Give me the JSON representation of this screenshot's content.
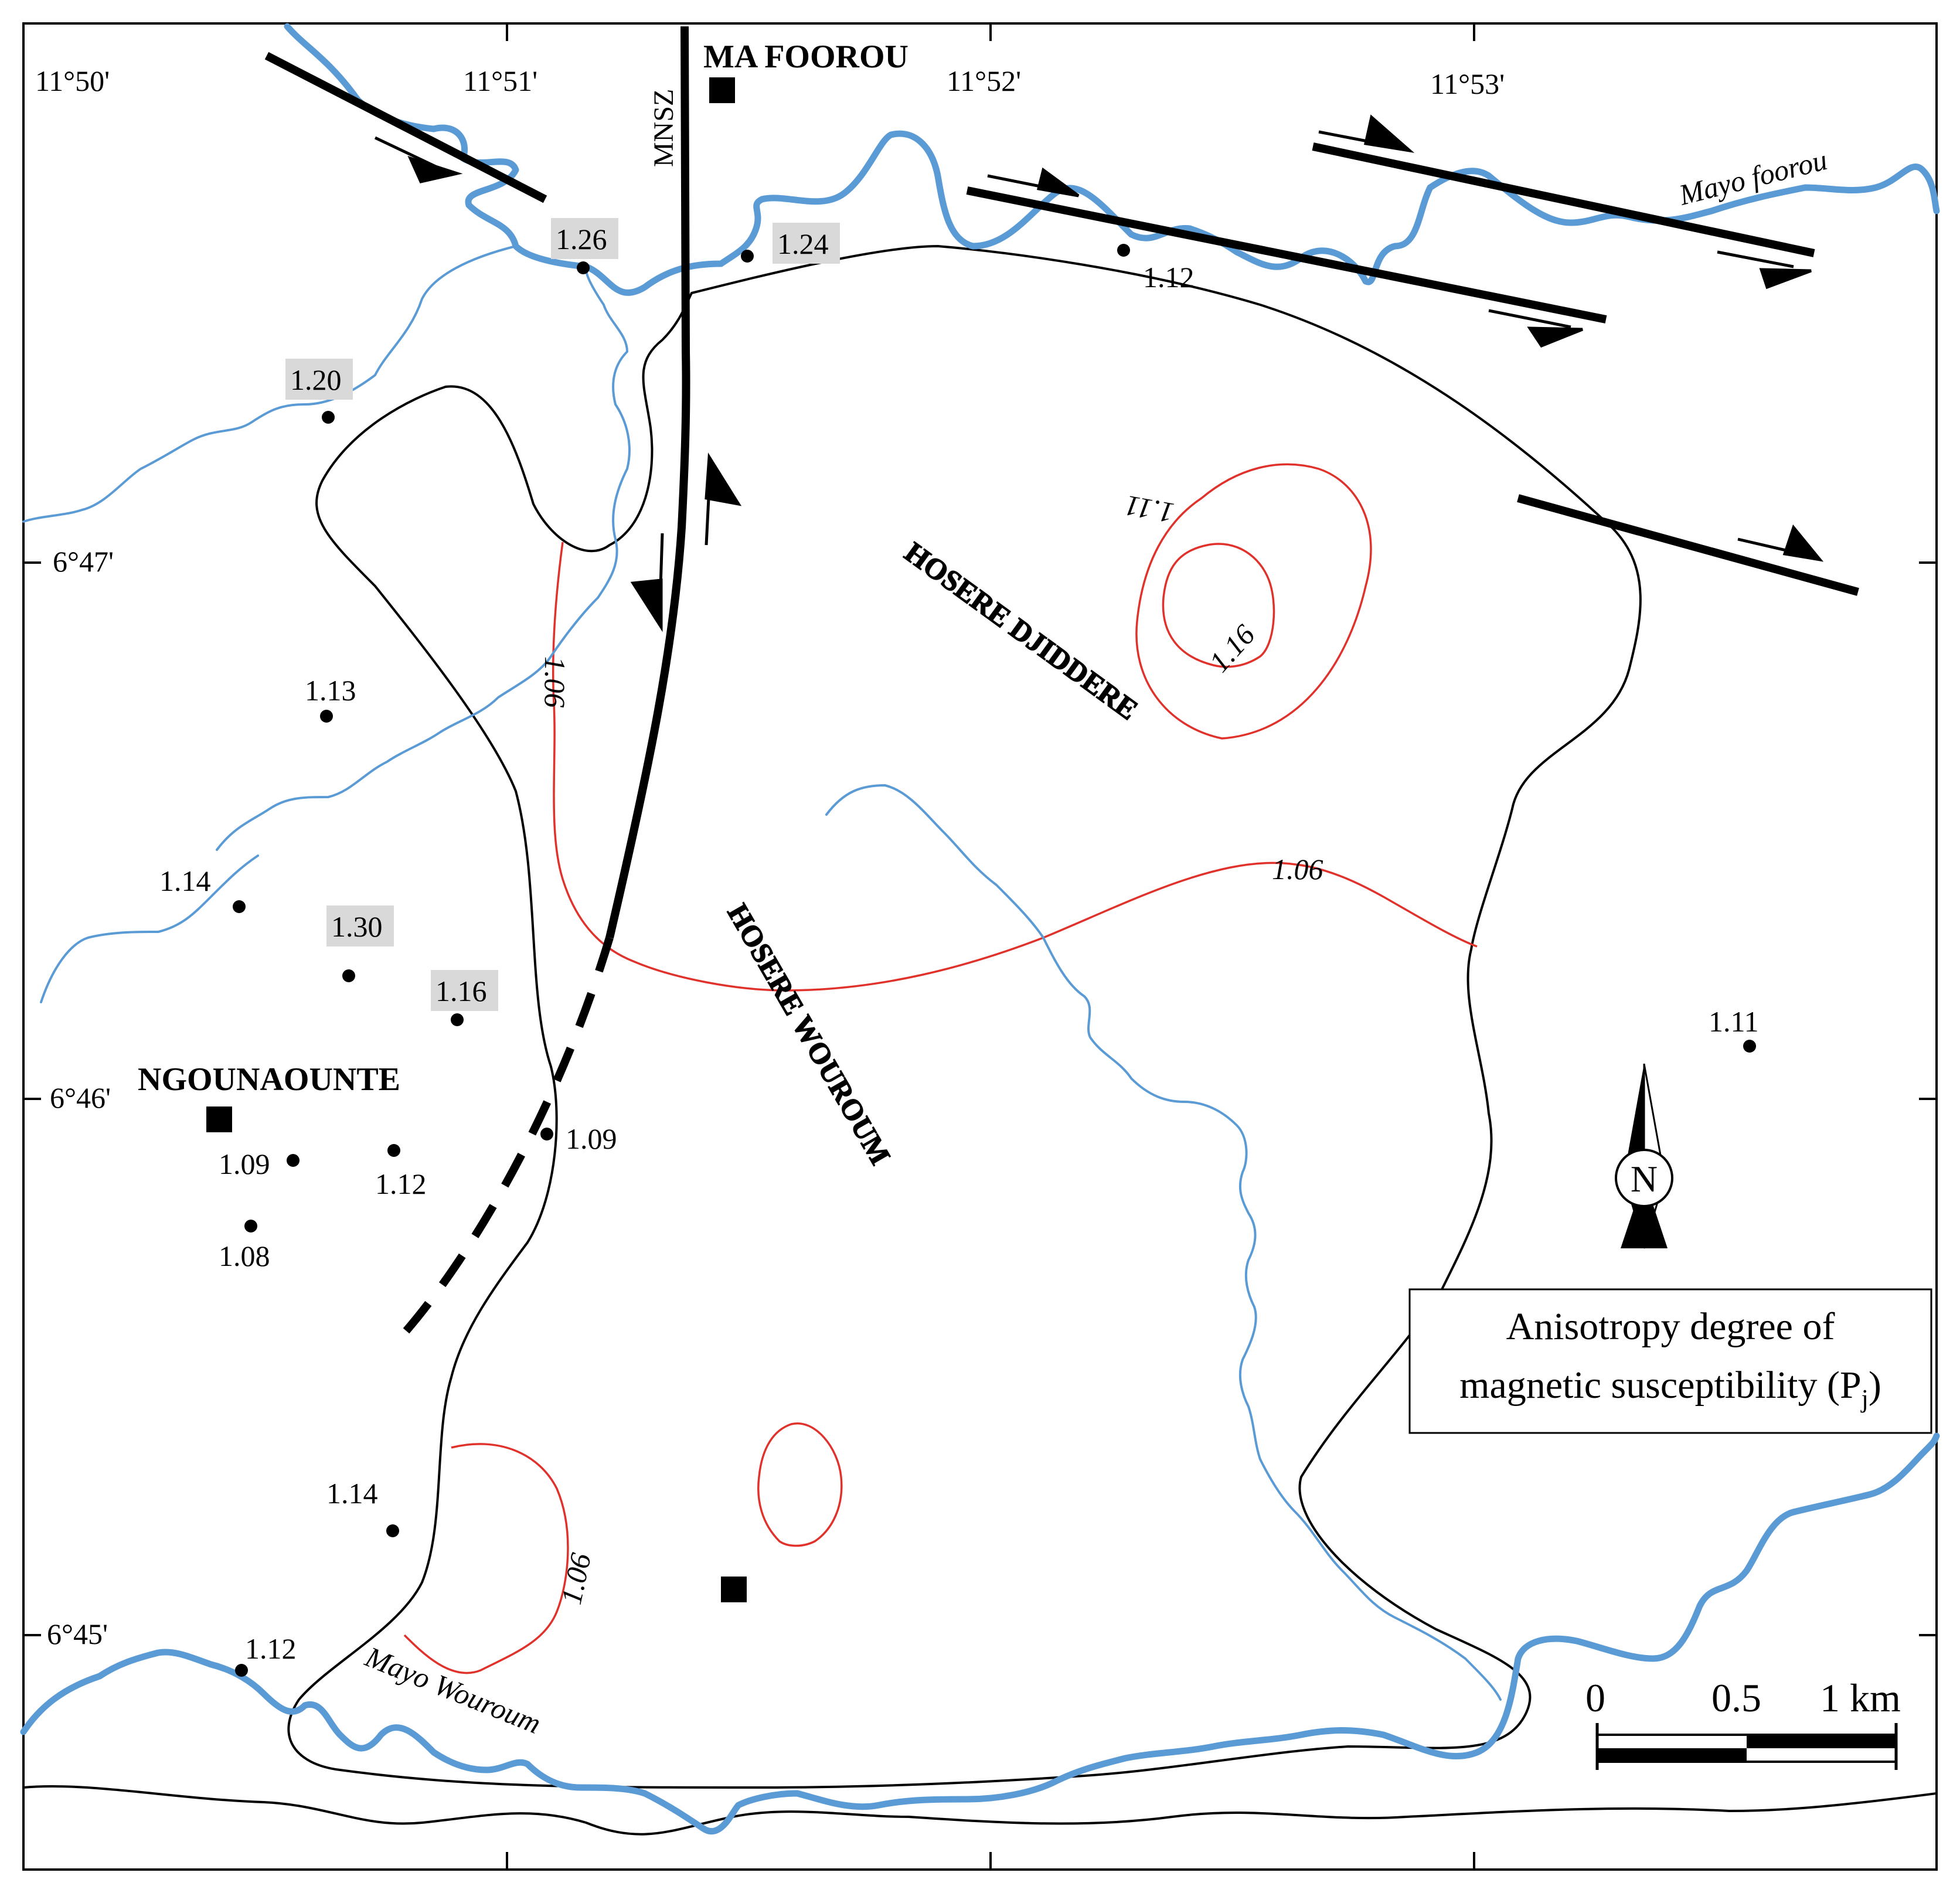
{
  "longitudes": [
    "11°50'",
    "11°51'",
    "11°52'",
    "11°53'"
  ],
  "latitudes": [
    "6°47'",
    "6°46'",
    "6°45'"
  ],
  "places": {
    "ma_foorou": "MA FOOROU",
    "ngounaounte": "NGOUNAOUNTE"
  },
  "ridges": {
    "hosere_djiddere": "HOSERE DJIDDERE",
    "hosere_wouroum": "HOSERE WOUROUM"
  },
  "rivers": {
    "mayo_foorou": "Mayo foorou",
    "mayo_wouroum": "Mayo Wouroum"
  },
  "fault_zone": "MNSZ",
  "isolines": [
    "1.06",
    "1.06",
    "1.06",
    "1.11",
    "1.16"
  ],
  "samples": [
    {
      "value": "1.26",
      "highlighted": true
    },
    {
      "value": "1.24",
      "highlighted": true
    },
    {
      "value": "1.12",
      "highlighted": false
    },
    {
      "value": "1.20",
      "highlighted": true
    },
    {
      "value": "1.13",
      "highlighted": false
    },
    {
      "value": "1.14",
      "highlighted": false
    },
    {
      "value": "1.30",
      "highlighted": true
    },
    {
      "value": "1.16",
      "highlighted": true
    },
    {
      "value": "1.09",
      "highlighted": false
    },
    {
      "value": "1.12",
      "highlighted": false
    },
    {
      "value": "1.09",
      "highlighted": false
    },
    {
      "value": "1.08",
      "highlighted": false
    },
    {
      "value": "1.14",
      "highlighted": false
    },
    {
      "value": "1.12",
      "highlighted": false
    },
    {
      "value": "1.11",
      "highlighted": false
    }
  ],
  "legend": {
    "line1": "Anisotropy degree of",
    "line2_prefix": "magnetic susceptibility (P",
    "line2_sub": "j",
    "line2_suffix": ")"
  },
  "north_label": "N",
  "scale": {
    "labels": [
      "0",
      "0.5",
      "1 km"
    ]
  },
  "colors": {
    "river": "#5b9bd5",
    "isoline": "#e0312b",
    "contour": "#000000",
    "highlight": "#d9d9d9"
  }
}
